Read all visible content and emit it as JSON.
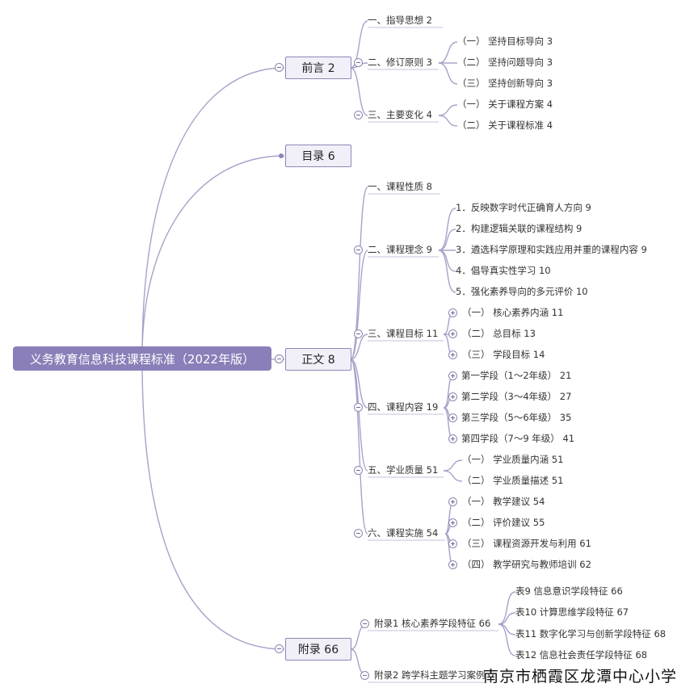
{
  "root": {
    "label": "义务教育信息科技课程标准（2022年版）"
  },
  "sections": {
    "qianyan": "前言 2",
    "mulu": "目录 6",
    "zhengwen": "正文 8",
    "fulu": "附录 66"
  },
  "qianyan": {
    "item1": "一、指导思想 2",
    "item2": "二、修订原则 3",
    "item2_sub": [
      "（一） 坚持目标导向 3",
      "（二） 坚持问题导向 3",
      "（三） 坚持创新导向 3"
    ],
    "item3": "三、主要变化 4",
    "item3_sub": [
      "（一） 关于课程方案 4",
      "（二） 关于课程标准 4"
    ]
  },
  "zhengwen": {
    "item1": "一、课程性质 8",
    "item2": "二、课程理念 9",
    "item2_sub": [
      "1．反映数字时代正确育人方向 9",
      "2．构建逻辑关联的课程结构 9",
      "3．遴选科学原理和实践应用并重的课程内容 9",
      "4．倡导真实性学习 10",
      "5．强化素养导向的多元评价 10"
    ],
    "item3": "三、课程目标 11",
    "item3_sub": [
      "（一） 核心素养内涵 11",
      "（二） 总目标 13",
      "（三） 学段目标 14"
    ],
    "item4": "四、课程内容 19",
    "item4_sub": [
      "第一学段（1～2年级） 21",
      "第二学段（3～4年级） 27",
      "第三学段（5～6年级） 35",
      "第四学段（7～9 年级） 41"
    ],
    "item5": "五、学业质量 51",
    "item5_sub": [
      "（一） 学业质量内涵 51",
      "（二） 学业质量描述 51"
    ],
    "item6": "六、课程实施 54",
    "item6_sub": [
      "（一） 教学建议 54",
      "（二） 评价建议 55",
      "（三） 课程资源开发与利用 61",
      "（四） 教学研究与教师培训 62"
    ]
  },
  "fulu": {
    "item1": "附录1 核心素养学段特征 66",
    "item1_sub": [
      "表9 信息意识学段特征 66",
      "表10 计算思维学段特征 67",
      "表11 数字化学习与创新学段特征 68",
      "表12 信息社会责任学段特征 68"
    ],
    "item2": "附录2 跨学科主题学习案例"
  },
  "watermark": "南京市栖霞区龙潭中心小学",
  "colors": {
    "root_bg": "#8a7fb8",
    "section_bg": "#f1f0f8",
    "section_border": "#8c86b8",
    "connector": "#a7a2c9",
    "text": "#333333"
  }
}
